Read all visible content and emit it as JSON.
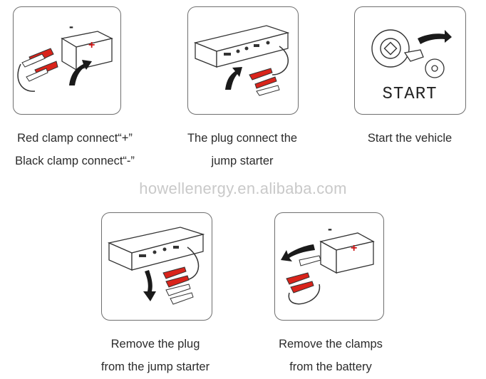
{
  "steps": [
    {
      "line1": "Red clamp connect“+”",
      "line2": "Black clamp connect“-”"
    },
    {
      "line1": "The plug connect the",
      "line2": "jump starter"
    },
    {
      "line1": "Start the vehicle"
    },
    {
      "line1": "Remove the plug",
      "line2": "from the jump starter"
    },
    {
      "line1": "Remove the clamps",
      "line2": "from the battery"
    }
  ],
  "ignition_label": "START",
  "battery_minus": "-",
  "battery_plus": "+",
  "watermark": "howellenergy.en.alibaba.com",
  "colors": {
    "red_clamp": "#d9241b",
    "outline": "#333333",
    "plus_sign": "#cc1111"
  }
}
